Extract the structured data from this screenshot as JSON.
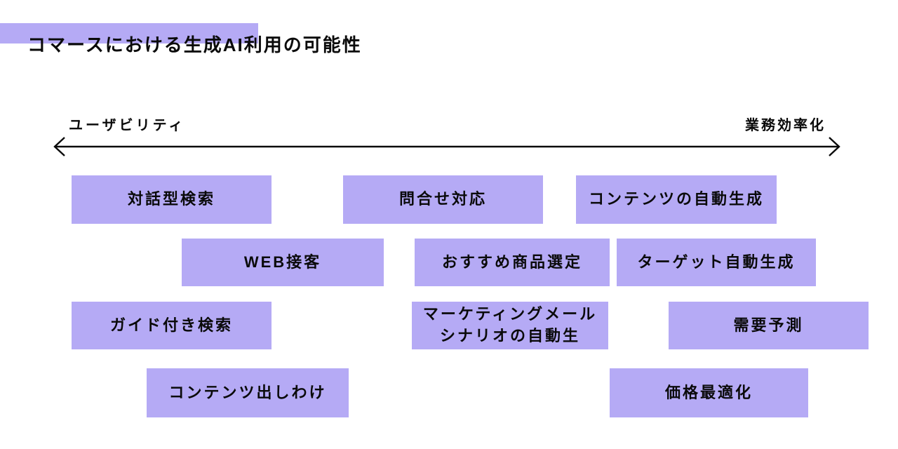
{
  "title": "コマースにおける生成AI利用の可能性",
  "axis": {
    "left_label": "ユーザビリティ",
    "right_label": "業務効率化"
  },
  "colors": {
    "accent": "#b5aaf5",
    "text": "#0a0a0a",
    "background": "#ffffff"
  },
  "boxes": [
    {
      "label": "対話型検索"
    },
    {
      "label": "問合せ対応"
    },
    {
      "label": "コンテンツの自動生成"
    },
    {
      "label": "WEB接客"
    },
    {
      "label": "おすすめ商品選定"
    },
    {
      "label": "ターゲット自動生成"
    },
    {
      "label": "ガイド付き検索"
    },
    {
      "label": "マーケティングメール\nシナリオの自動生"
    },
    {
      "label": "需要予測"
    },
    {
      "label": "コンテンツ出しわけ"
    },
    {
      "label": "価格最適化"
    }
  ]
}
